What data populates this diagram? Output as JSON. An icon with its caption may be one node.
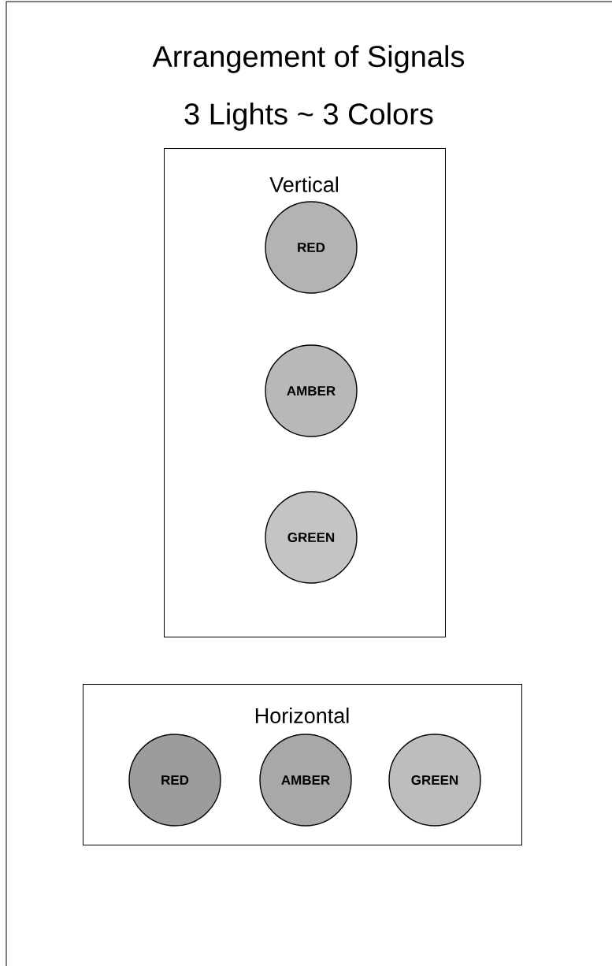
{
  "diagram": {
    "title": "Arrangement of Signals",
    "labels": [
      "3 Lights ~ 3 Colors"
    ],
    "nodes": [
      {
        "text": [
          "Vertical"
        ]
      },
      {
        "text": [
          "RED"
        ],
        "in": 0
      },
      {
        "text": [
          "AMBER"
        ],
        "in": 0
      },
      {
        "text": [
          "GREEN"
        ],
        "in": 0
      },
      {
        "text": [
          "Horizontal"
        ]
      },
      {
        "text": [
          "RED"
        ],
        "in": 4
      },
      {
        "text": [
          "AMBER"
        ],
        "in": 4
      },
      {
        "text": [
          "GREEN"
        ],
        "in": 4
      }
    ]
  }
}
